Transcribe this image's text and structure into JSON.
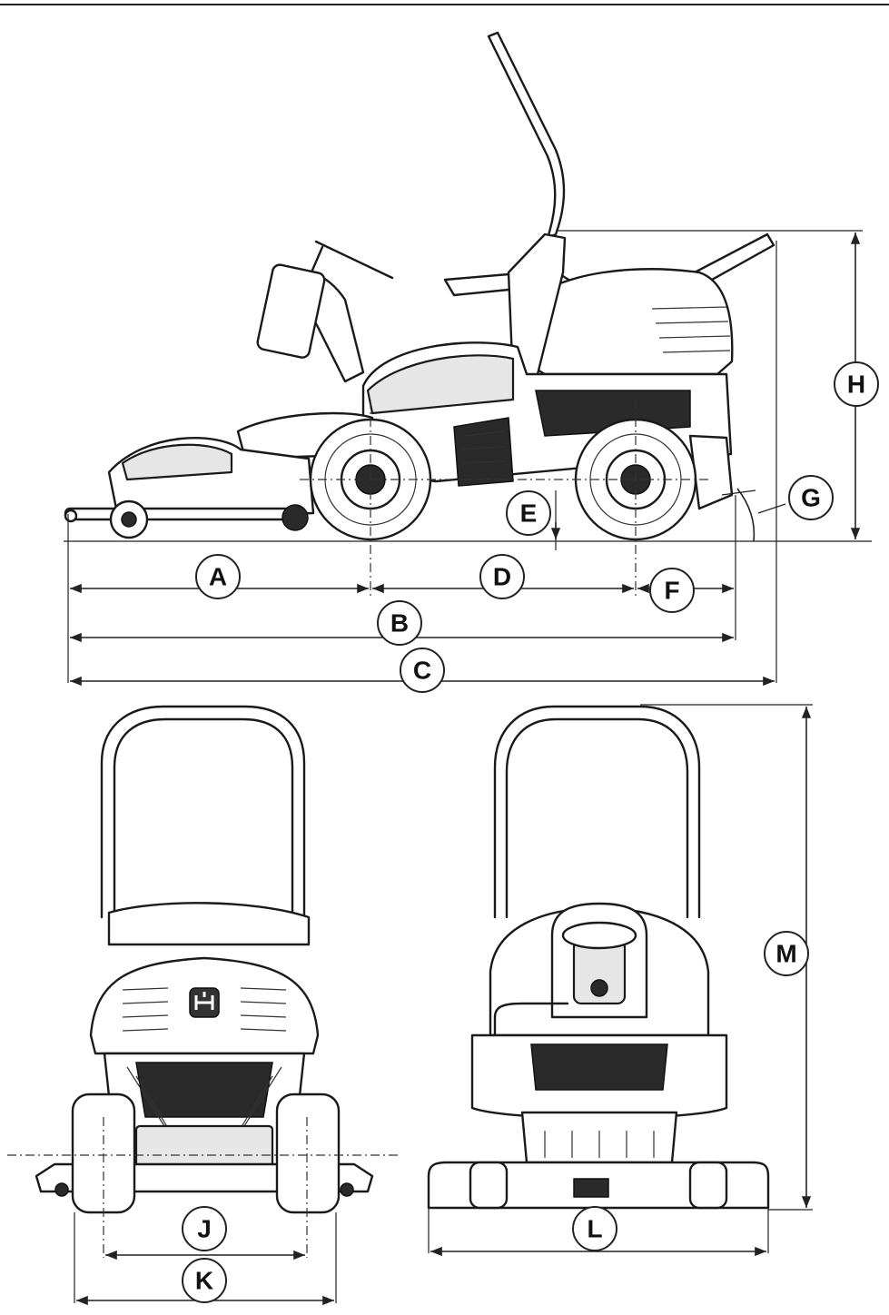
{
  "callouts": {
    "A": "A",
    "B": "B",
    "C": "C",
    "D": "D",
    "E": "E",
    "F": "F",
    "G": "G",
    "H": "H",
    "J": "J",
    "K": "K",
    "L": "L",
    "M": "M"
  },
  "colors": {
    "line": "#222222",
    "fill": "#e6e6e6",
    "background": "#ffffff"
  },
  "icons": [
    "husqvarna-logo-icon"
  ]
}
